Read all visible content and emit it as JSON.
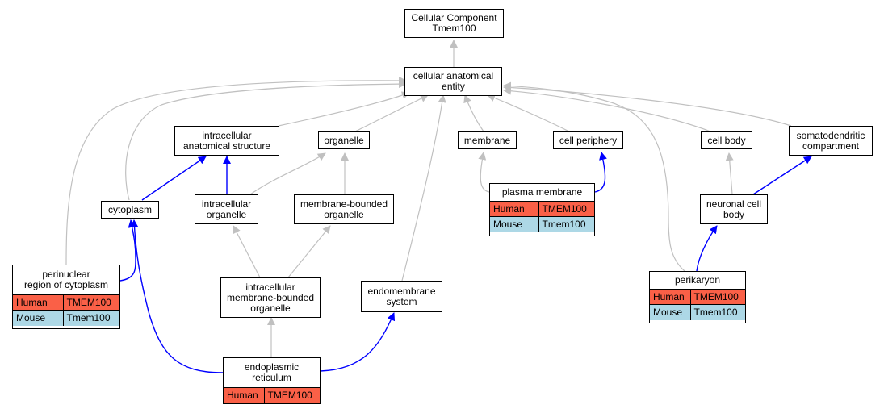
{
  "colors": {
    "gray_edge": "#c0c0c0",
    "blue_edge": "#0000ff",
    "human": "#fa6047",
    "mouse": "#add8e6"
  },
  "nodes": {
    "root": {
      "label": "Cellular Component\nTmem100"
    },
    "cae": {
      "label": "cellular anatomical\nentity"
    },
    "ias": {
      "label": "intracellular\nanatomical structure"
    },
    "organelle": {
      "label": "organelle"
    },
    "membrane": {
      "label": "membrane"
    },
    "cellperiph": {
      "label": "cell periphery"
    },
    "cellbody": {
      "label": "cell body"
    },
    "somato": {
      "label": "somatodendritic\ncompartment"
    },
    "cytoplasm": {
      "label": "cytoplasm"
    },
    "intraorg": {
      "label": "intracellular\norganelle"
    },
    "mbo": {
      "label": "membrane-bounded\norganelle"
    },
    "plasma": {
      "label": "plasma membrane",
      "human": "TMEM100",
      "mouse": "Tmem100",
      "human_label": "Human",
      "mouse_label": "Mouse"
    },
    "neuronal": {
      "label": "neuronal cell\nbody"
    },
    "perinuclear": {
      "label": "perinuclear\nregion of cytoplasm",
      "human": "TMEM100",
      "mouse": "Tmem100",
      "human_label": "Human",
      "mouse_label": "Mouse"
    },
    "imbo": {
      "label": "intracellular\nmembrane-bounded\norganelle"
    },
    "endomem": {
      "label": "endomembrane\nsystem"
    },
    "perikaryon": {
      "label": "perikaryon",
      "human": "TMEM100",
      "mouse": "Tmem100",
      "human_label": "Human",
      "mouse_label": "Mouse"
    },
    "er": {
      "label": "endoplasmic\nreticulum",
      "human": "TMEM100",
      "human_label": "Human"
    }
  },
  "edges": [
    {
      "from": "cae",
      "to": "root",
      "color": "gray"
    },
    {
      "from": "ias",
      "to": "cae",
      "color": "gray"
    },
    {
      "from": "organelle",
      "to": "cae",
      "color": "gray"
    },
    {
      "from": "membrane",
      "to": "cae",
      "color": "gray"
    },
    {
      "from": "cellperiph",
      "to": "cae",
      "color": "gray"
    },
    {
      "from": "cellbody",
      "to": "cae",
      "color": "gray"
    },
    {
      "from": "somato",
      "to": "cae",
      "color": "gray"
    },
    {
      "from": "cytoplasm",
      "to": "cae",
      "color": "gray"
    },
    {
      "from": "perinuclear",
      "to": "cae",
      "color": "gray"
    },
    {
      "from": "endomem",
      "to": "cae",
      "color": "gray"
    },
    {
      "from": "perikaryon",
      "to": "cae",
      "color": "gray"
    },
    {
      "from": "cytoplasm",
      "to": "ias",
      "color": "blue"
    },
    {
      "from": "intraorg",
      "to": "ias",
      "color": "blue"
    },
    {
      "from": "intraorg",
      "to": "organelle",
      "color": "gray"
    },
    {
      "from": "mbo",
      "to": "organelle",
      "color": "gray"
    },
    {
      "from": "plasma",
      "to": "membrane",
      "color": "gray"
    },
    {
      "from": "plasma",
      "to": "cellperiph",
      "color": "blue"
    },
    {
      "from": "neuronal",
      "to": "cellbody",
      "color": "gray"
    },
    {
      "from": "neuronal",
      "to": "somato",
      "color": "blue"
    },
    {
      "from": "perinuclear",
      "to": "cytoplasm",
      "color": "blue"
    },
    {
      "from": "imbo",
      "to": "intraorg",
      "color": "gray"
    },
    {
      "from": "imbo",
      "to": "mbo",
      "color": "gray"
    },
    {
      "from": "perikaryon",
      "to": "neuronal",
      "color": "blue"
    },
    {
      "from": "er",
      "to": "imbo",
      "color": "gray"
    },
    {
      "from": "er",
      "to": "cytoplasm",
      "color": "blue"
    },
    {
      "from": "er",
      "to": "endomem",
      "color": "blue"
    }
  ]
}
